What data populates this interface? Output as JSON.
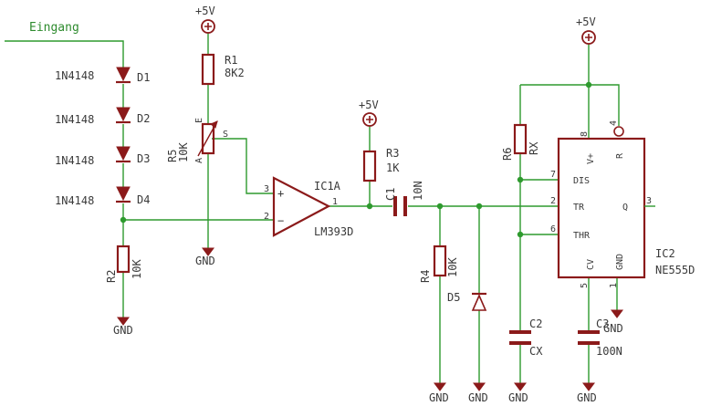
{
  "labels": {
    "input": "Eingang",
    "supply": "+5V",
    "ground": "GND",
    "d1_part": "1N4148",
    "d1_ref": "D1",
    "d2_part": "1N4148",
    "d2_ref": "D2",
    "d3_part": "1N4148",
    "d3_ref": "D3",
    "d4_part": "1N4148",
    "d4_ref": "D4",
    "r1_ref": "R1",
    "r1_value": "8K2",
    "r2_ref": "R2",
    "r2_value": "10K",
    "r3_ref": "R3",
    "r3_value": "1K",
    "r4_ref": "R4",
    "r4_value": "10K",
    "r5_ref": "R5",
    "r5_value": "10K",
    "r5_pin_e": "E",
    "r5_pin_a": "A",
    "r5_pin_s": "S",
    "r6_ref": "R6",
    "r6_value": "RX",
    "c1_ref": "C1",
    "c1_value": "10N",
    "c2_ref": "C2",
    "c2_value": "CX",
    "c3_ref": "C3",
    "c3_value": "100N",
    "d5_ref": "D5",
    "ic1a_ref": "IC1A",
    "ic1a_part": "LM393D",
    "ic1a_pin1": "1",
    "ic1a_pin2": "2",
    "ic1a_pin3": "3",
    "ic2_ref": "IC2",
    "ic2_part": "NE555D",
    "ic2_pin8": "8",
    "ic2_pin4": "4",
    "ic2_pin7": "7",
    "ic2_pin2": "2",
    "ic2_pin6": "6",
    "ic2_pin3": "3",
    "ic2_pin5": "5",
    "ic2_pin1": "1",
    "ic2_vplus": "V+",
    "ic2_r": "R",
    "ic2_dis": "DIS",
    "ic2_tr": "TR",
    "ic2_q": "Q",
    "ic2_thr": "THR",
    "ic2_cv": "CV",
    "ic2_gnd_pin": "GND"
  },
  "colors": {
    "wire": "#2e9a2e",
    "part": "#8b1a1a",
    "text": "#3a3a3a",
    "net_label": "#2e8b2e",
    "background": "#ffffff"
  }
}
